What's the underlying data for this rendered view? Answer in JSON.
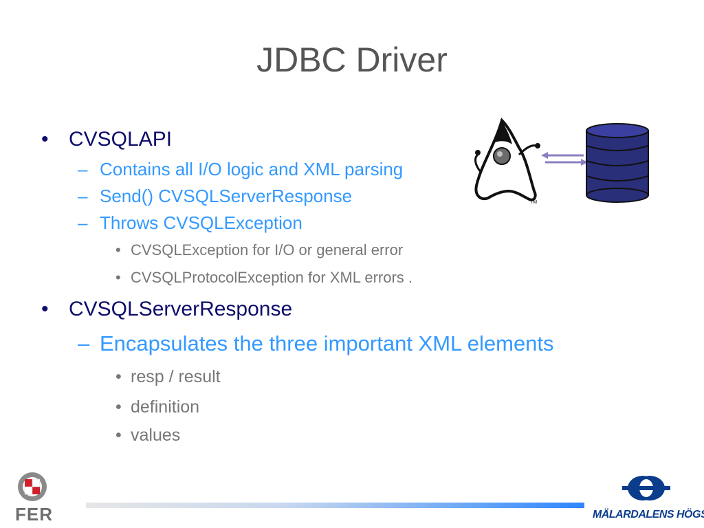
{
  "slide": {
    "title": "JDBC Driver",
    "bullets": [
      {
        "text": "CVSQLAPI",
        "children": [
          {
            "text": "Contains all I/O logic and XML parsing"
          },
          {
            "text": "Send() CVSQLServerResponse"
          },
          {
            "text": "Throws CVSQLException",
            "children": [
              {
                "text": "CVSQLException for I/O or general error"
              },
              {
                "text": "CVSQLProtocolException for XML errors ."
              }
            ]
          }
        ]
      },
      {
        "text": "CVSQLServerResponse",
        "children": [
          {
            "text": "Encapsulates the three important XML elements",
            "children": [
              {
                "text": "resp / result"
              },
              {
                "text": "definition"
              },
              {
                "text": "values"
              }
            ]
          }
        ]
      }
    ],
    "markers": {
      "level1": "•",
      "level2": "–",
      "level3": "•"
    }
  },
  "logos": {
    "left_text": "FER",
    "right_text": "MÄLARDALENS HÖGSKOLA",
    "duke_tm": "TM"
  },
  "colors": {
    "title": "#555555",
    "level1": "#0d0d6b",
    "level2": "#3399ff",
    "level3": "#777777",
    "database": "#2a2f7a",
    "logo_blue": "#0b3d8c"
  }
}
